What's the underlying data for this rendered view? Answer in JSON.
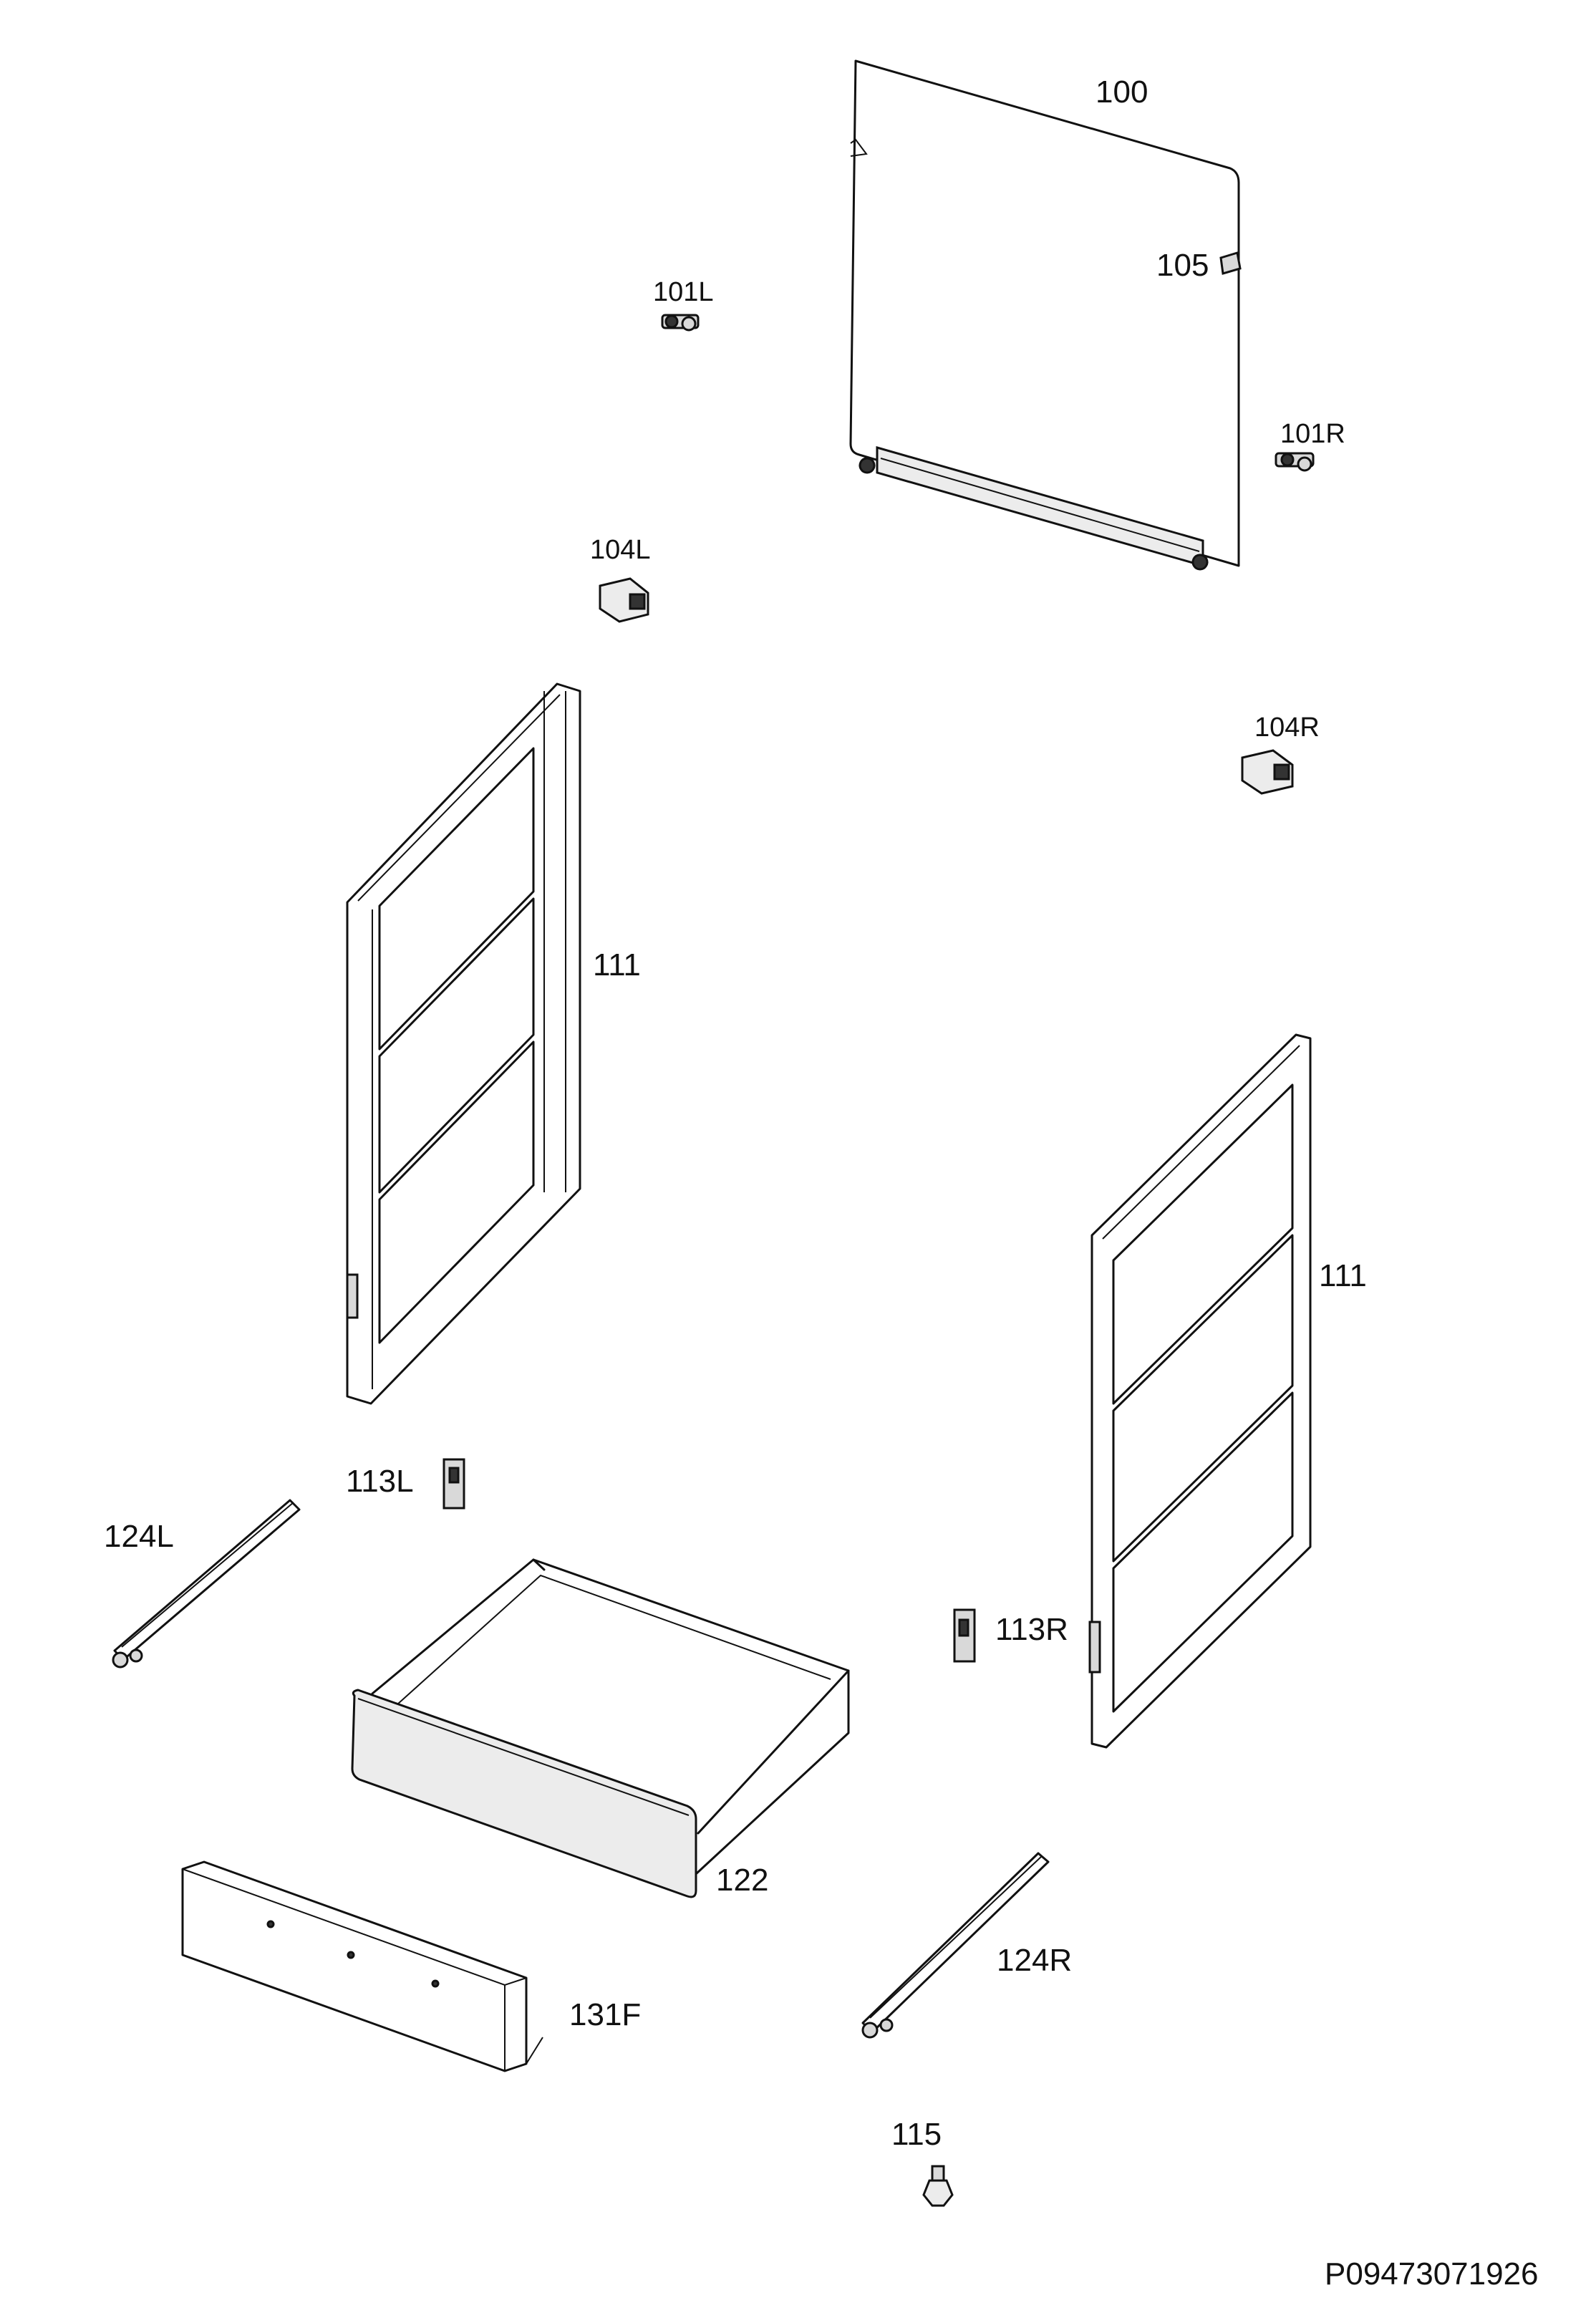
{
  "diagram_code": "P09473071926",
  "parts": {
    "door_glass": "100",
    "hinge_pin_left": "101L",
    "hinge_pin_right": "101R",
    "hinge_left": "104L",
    "hinge_right": "104R",
    "catch": "105",
    "side_frame_left": "111",
    "side_frame_right": "111",
    "bracket_left": "113L",
    "bracket_right": "113R",
    "foot": "115",
    "drawer": "122",
    "rail_left": "124L",
    "rail_right": "124R",
    "front_panel": "131F"
  }
}
